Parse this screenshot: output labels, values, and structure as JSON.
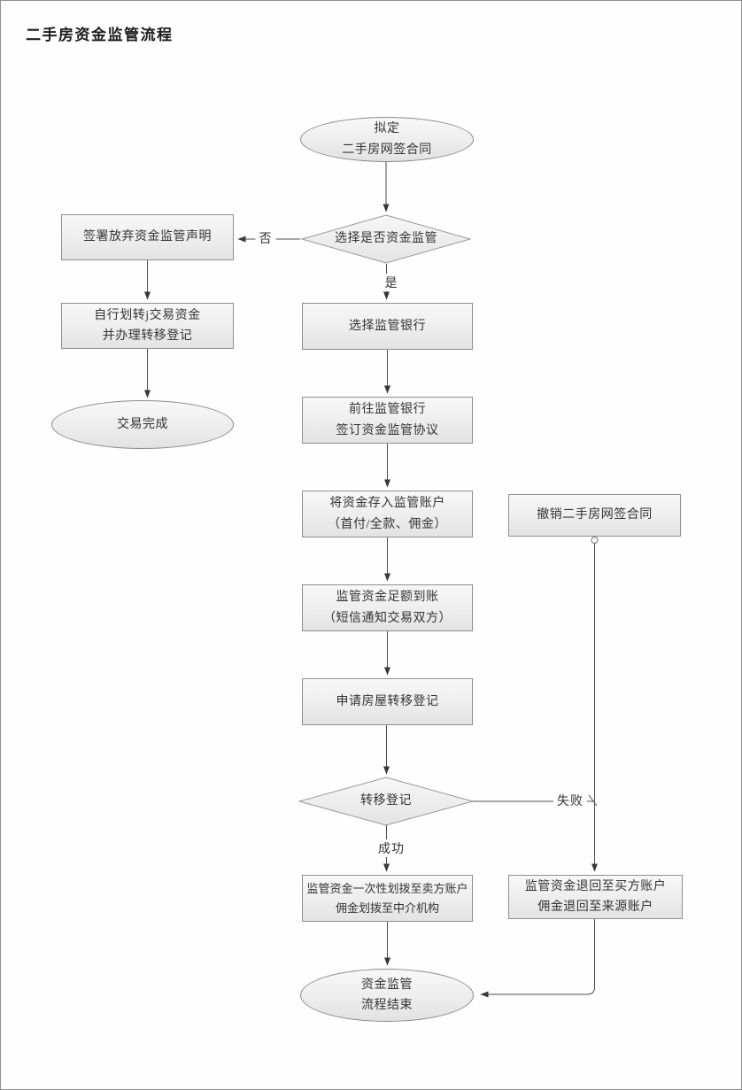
{
  "title": "二手房资金监管流程",
  "flowchart": {
    "nodes": {
      "start": {
        "shape": "ellipse",
        "lines": [
          "拟定",
          "二手房网签合同"
        ]
      },
      "decide_escrow": {
        "shape": "diamond",
        "lines": [
          "选择是否资金监管"
        ]
      },
      "sign_waiver": {
        "shape": "box",
        "lines": [
          "签署放弃资金监管声明"
        ]
      },
      "self_transfer": {
        "shape": "box",
        "lines": [
          "自行划转j交易资金",
          "并办理转移登记"
        ]
      },
      "deal_done": {
        "shape": "ellipse",
        "lines": [
          "交易完成"
        ]
      },
      "choose_bank": {
        "shape": "box",
        "lines": [
          "选择监管银行"
        ]
      },
      "go_bank": {
        "shape": "box",
        "lines": [
          "前往监管银行",
          "签订资金监管协议"
        ]
      },
      "deposit_funds": {
        "shape": "box",
        "lines": [
          "将资金存入监管账户",
          "（首付/全款、佣金）"
        ]
      },
      "cancel_contract": {
        "shape": "box",
        "lines": [
          "撤销二手房网签合同"
        ]
      },
      "funds_arrived": {
        "shape": "box",
        "lines": [
          "监管资金足额到账",
          "（短信通知交易双方）"
        ]
      },
      "apply_transfer": {
        "shape": "box",
        "lines": [
          "申请房屋转移登记"
        ]
      },
      "decide_transfer": {
        "shape": "diamond",
        "lines": [
          "转移登记"
        ]
      },
      "payout_seller": {
        "shape": "box",
        "lines": [
          "监管资金一次性划拨至卖方账户",
          "佣金划拨至中介机构"
        ]
      },
      "refund_buyer": {
        "shape": "box",
        "lines": [
          "监管资金退回至买方账户",
          "佣金退回至来源账户"
        ]
      },
      "end": {
        "shape": "ellipse",
        "lines": [
          "资金监管",
          "流程结束"
        ]
      }
    },
    "edge_labels": {
      "no": "否",
      "yes": "是",
      "fail": "失败",
      "success": "成功"
    },
    "colors": {
      "node_fill_top": "#f8f8f8",
      "node_fill_bottom": "#e3e3e3",
      "node_border": "#8e8e8e",
      "connector": "#4c4c4c",
      "text": "#333333"
    }
  }
}
